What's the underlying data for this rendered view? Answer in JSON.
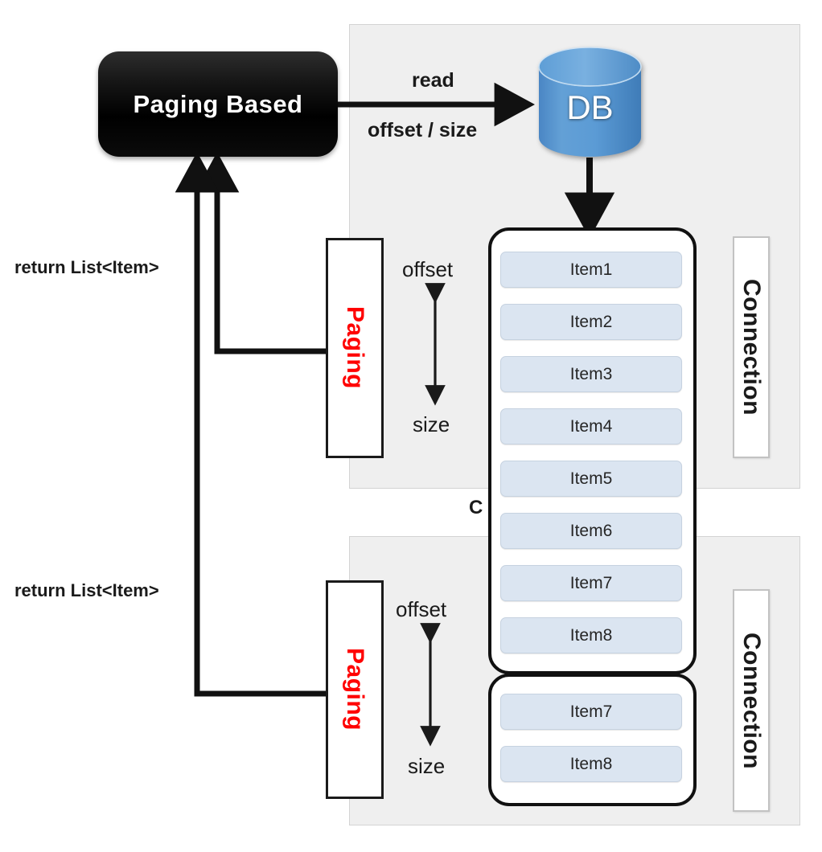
{
  "diagram": {
    "title": "Paging Based pagination architecture",
    "colors": {
      "panel_fill": "#efefef",
      "panel_border": "#d3d3d3",
      "node_dark_fill": "#000000",
      "db_fill": "#5b9bd5",
      "item_fill": "#dbe5f1",
      "paging_text": "#ff0000",
      "connector": "#111111"
    }
  },
  "nodes": {
    "paging_based": {
      "label": "Paging Based"
    },
    "db": {
      "label": "DB"
    }
  },
  "edges": {
    "read": {
      "line1": "read",
      "line2": "offset / size"
    },
    "return_top": {
      "label": "return List<Item>"
    },
    "return_bottom": {
      "label": "return List<Item>"
    },
    "hidden_connection": {
      "label": "C"
    }
  },
  "groups": [
    {
      "id": "group-top",
      "paging_label": "Paging",
      "connection_label": "Connection",
      "offset_label": "offset",
      "size_label": "size"
    },
    {
      "id": "group-bottom",
      "paging_label": "Paging",
      "connection_label": "Connection",
      "offset_label": "offset",
      "size_label": "size"
    }
  ],
  "item_lists": [
    {
      "id": "list-top",
      "items": [
        "Item1",
        "Item2",
        "Item3",
        "Item4",
        "Item5",
        "Item6",
        "Item7",
        "Item8"
      ]
    },
    {
      "id": "list-bottom",
      "items": [
        "Item7",
        "Item8"
      ]
    }
  ]
}
